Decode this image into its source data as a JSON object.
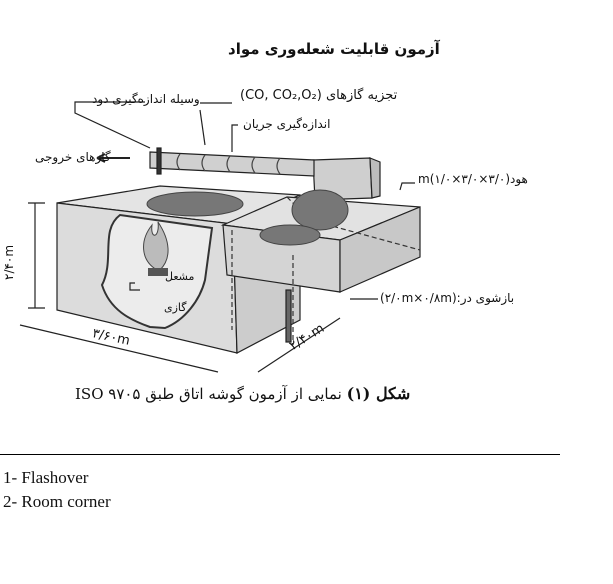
{
  "figure": {
    "title": "آزمون قابلیت شعله‌وری مواد",
    "labels": {
      "gas_analysis": "تجزیه گازهای (CO, CO₂,O₂)",
      "smoke_device": "وسیله اندازه‌گیری دود",
      "flow_measure": "اندازه‌گیری جریان",
      "exhaust_gases": "گازهای خروجی",
      "hood": "هود(۳/۰×۳/۰×۱/۰)m",
      "height": "۲/۴۰m",
      "burner_line1": "مشعل",
      "burner_line2": "گازی",
      "door": "بازشوی در:(۲/۰m×۰/۸m)",
      "width": "۳/۶۰m",
      "depth": "۲/۴۰m"
    },
    "caption_bold": "شکل (۱)",
    "caption_rest": " نمایی از آزمون گوشه اتاق طبق ISO ۹۷۰۵"
  },
  "footnotes": [
    "1- Flashover",
    "2- Room corner"
  ]
}
